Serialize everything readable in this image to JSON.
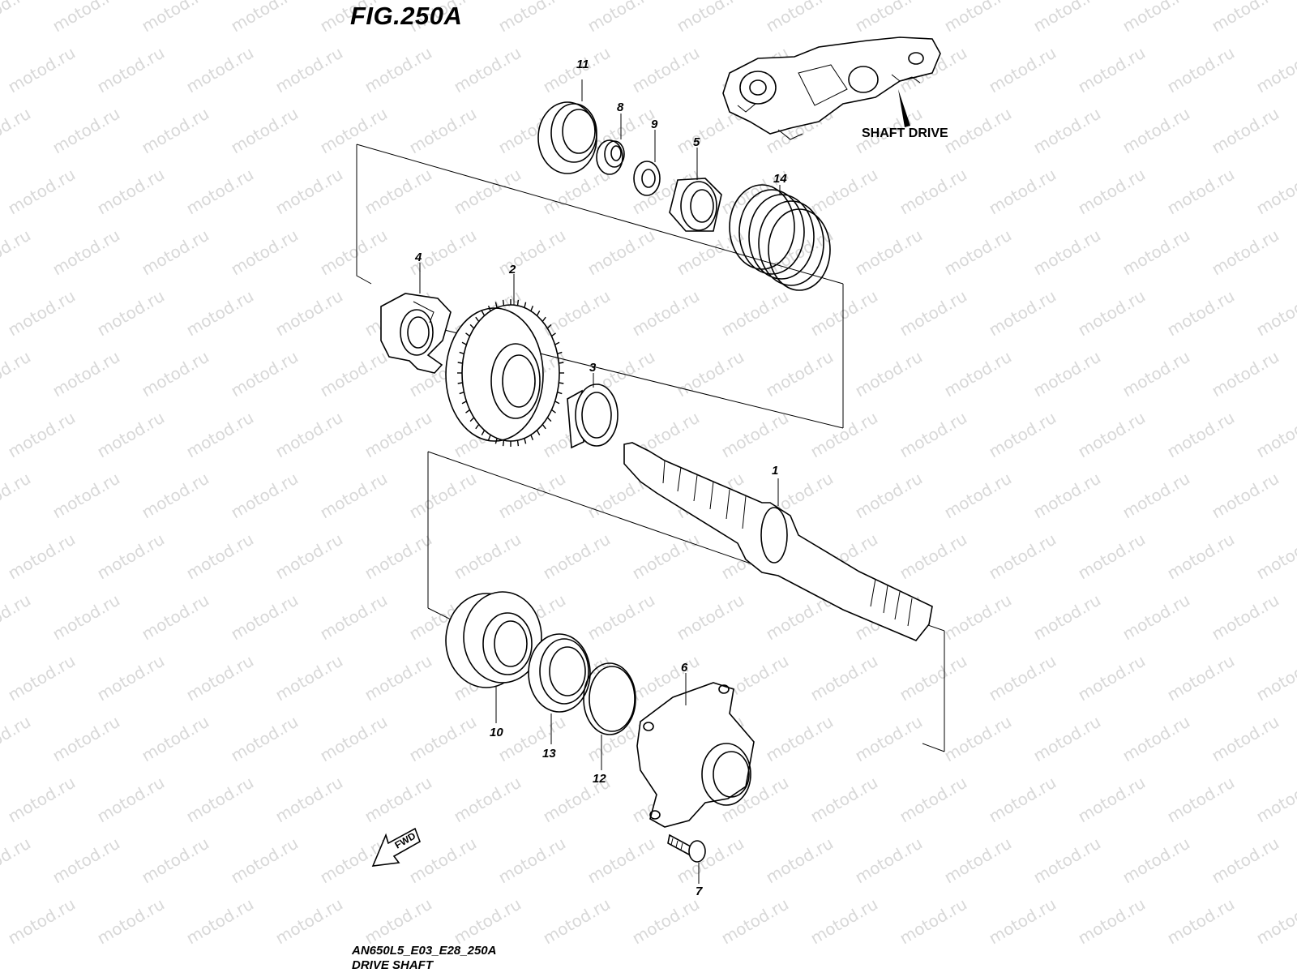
{
  "figure": {
    "title": "FIG.250A",
    "code": "AN650L5_E03_E28_250A",
    "name": "DRIVE SHAFT",
    "assembly_label": "SHAFT DRIVE",
    "direction_label": "FWD",
    "watermark": "motod.ru"
  },
  "callouts": [
    "1",
    "2",
    "3",
    "4",
    "5",
    "6",
    "7",
    "8",
    "9",
    "10",
    "11",
    "12",
    "13",
    "14"
  ],
  "colors": {
    "line": "#000000",
    "background": "#ffffff",
    "watermark": "#d8d8d8"
  },
  "icons": {
    "direction_arrow": "fwd-arrow-icon"
  }
}
